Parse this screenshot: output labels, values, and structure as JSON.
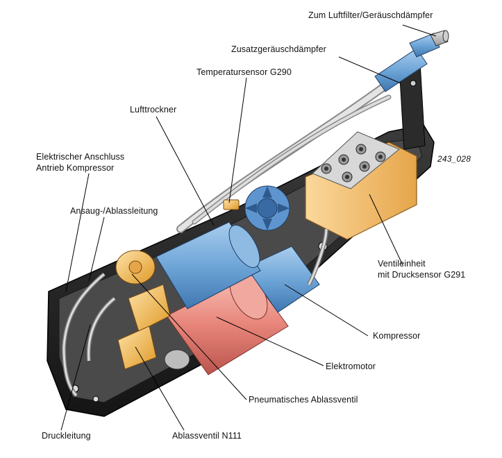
{
  "figure_number": "243_028",
  "labels": {
    "luftfilter": "Zum Luftfilter/Geräuschdämpfer",
    "zusatz": "Zusatzgeräuschdämpfer",
    "temp_sensor": "Temperatursensor G290",
    "lufttrockner": "Lufttrockner",
    "elektrischer_line1": "Elektrischer Anschluss",
    "elektrischer_line2": "Antrieb Kompressor",
    "ansaug": "Ansaug-/Ablassleitung",
    "ventil_line1": "Ventileinheit",
    "ventil_line2": "mit Drucksensor G291",
    "kompressor": "Kompressor",
    "elektromotor": "Elektromotor",
    "pneumatisches": "Pneumatisches Ablassventil",
    "druckleitung": "Druckleitung",
    "ablassventil": "Ablassventil N111"
  },
  "colors": {
    "dryer_blue": "#6fa6d8",
    "motor_red": "#e8857a",
    "valve_orange": "#f0b040",
    "housing_dark": "#2b2b2b",
    "valve_block_orange": "#f7c97a",
    "silencer_blue": "#86b8e4",
    "pipe_gray": "#c9c9c9"
  }
}
